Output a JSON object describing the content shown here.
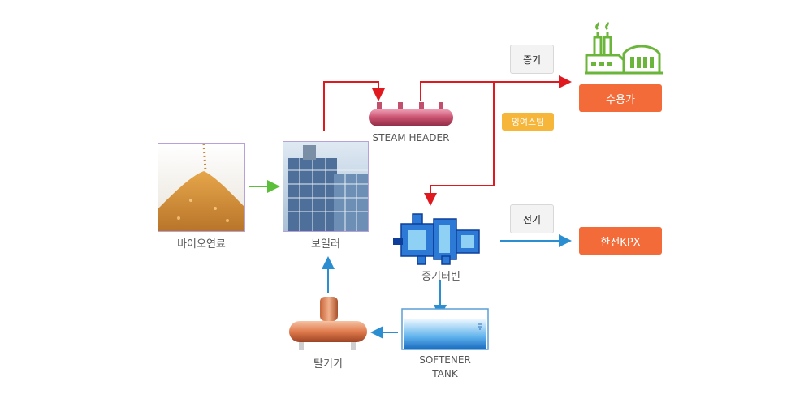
{
  "nodes": {
    "bio_fuel": "바이오연료",
    "boiler": "보일러",
    "steam_header": "STEAM HEADER",
    "steam_turbine": "증기터빈",
    "softener_tank_line1": "SOFTENER",
    "softener_tank_line2": "TANK",
    "deaerator": "탈기기"
  },
  "tags": {
    "steam": "증기",
    "electricity": "전기",
    "surplus_steam": "잉여스팀"
  },
  "destinations": {
    "consumer": "수용가",
    "kepco_kpx": "한전KPX"
  },
  "colors": {
    "steam_line": "#e0191f",
    "water_line": "#2a8ed1",
    "fuel_line": "#5bbf3a",
    "destination_button": "#f26b38",
    "surplus_tag": "#f5b63a",
    "factory_icon": "#6ab53a"
  }
}
